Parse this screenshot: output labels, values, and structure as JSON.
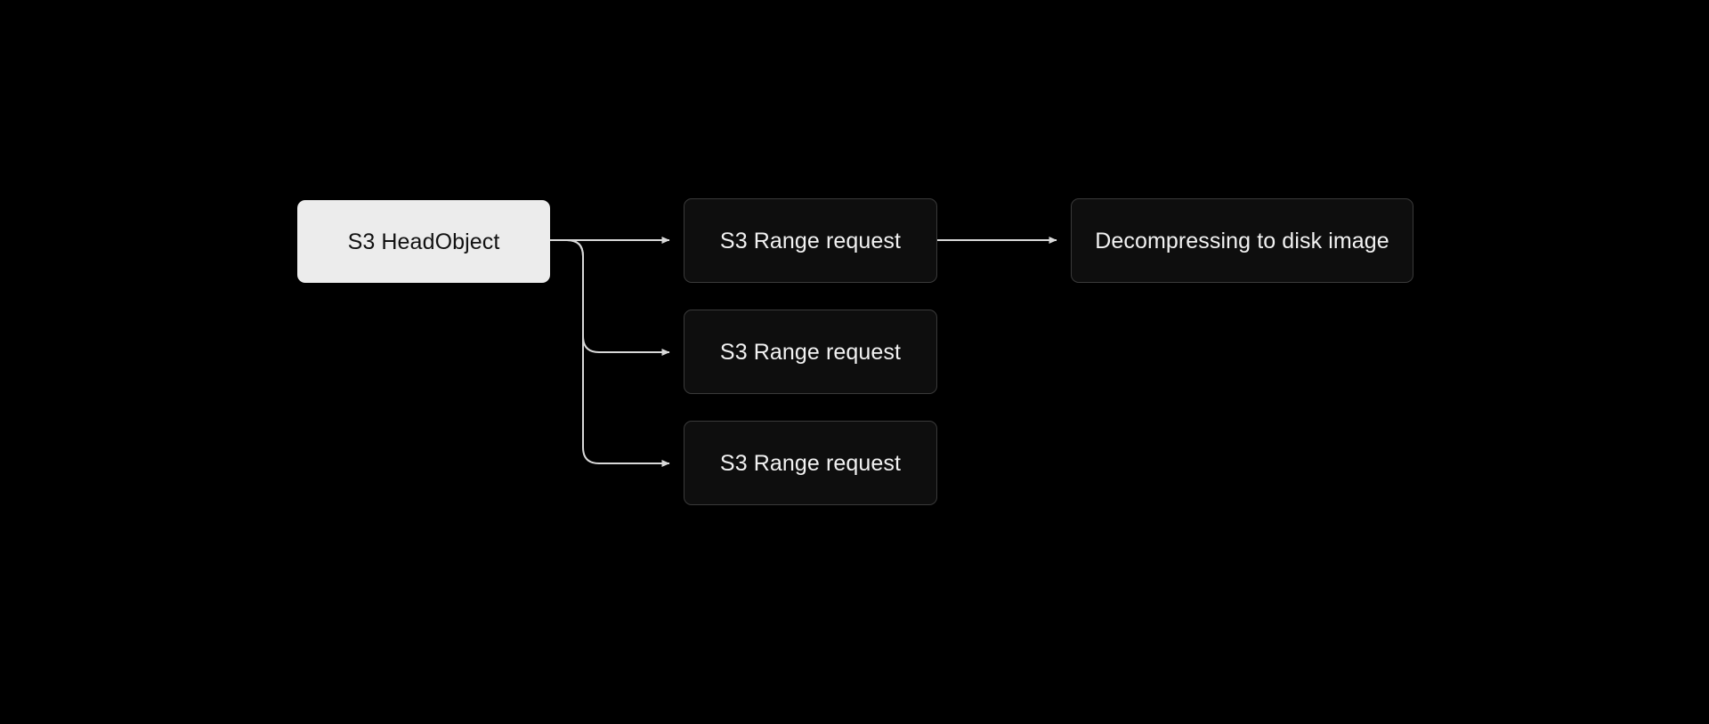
{
  "diagram": {
    "type": "flowchart",
    "direction": "left-to-right",
    "background_color": "#000000",
    "title": "",
    "nodes": [
      {
        "id": "head",
        "label": "S3 HeadObject",
        "style": "light",
        "fill_color": "#ececec",
        "text_color": "#121212",
        "column": 1,
        "row": 1
      },
      {
        "id": "range-1",
        "label": "S3 Range request",
        "style": "dark",
        "fill_color": "#0e0e0e",
        "text_color": "#f2f2f2",
        "border_color": "#3a3a3a",
        "column": 2,
        "row": 1
      },
      {
        "id": "range-2",
        "label": "S3 Range request",
        "style": "dark",
        "fill_color": "#0e0e0e",
        "text_color": "#f2f2f2",
        "border_color": "#3a3a3a",
        "column": 2,
        "row": 2
      },
      {
        "id": "range-3",
        "label": "S3 Range request",
        "style": "dark",
        "fill_color": "#0e0e0e",
        "text_color": "#f2f2f2",
        "border_color": "#3a3a3a",
        "column": 2,
        "row": 3
      },
      {
        "id": "decompress",
        "label": "Decompressing to disk image",
        "style": "dark",
        "fill_color": "#0e0e0e",
        "text_color": "#f2f2f2",
        "border_color": "#3a3a3a",
        "column": 3,
        "row": 1
      }
    ],
    "edges": [
      {
        "id": "edge-head-range-1",
        "from": "head",
        "to": "range-1",
        "label": "",
        "arrow": "triangle",
        "color": "#d9d9d9"
      },
      {
        "id": "edge-head-range-2",
        "from": "head",
        "to": "range-2",
        "label": "",
        "arrow": "triangle",
        "color": "#d9d9d9"
      },
      {
        "id": "edge-head-range-3",
        "from": "head",
        "to": "range-3",
        "label": "",
        "arrow": "triangle",
        "color": "#d9d9d9"
      },
      {
        "id": "edge-range-1-decompress",
        "from": "range-1",
        "to": "decompress",
        "label": "",
        "arrow": "triangle",
        "color": "#d9d9d9"
      }
    ]
  }
}
